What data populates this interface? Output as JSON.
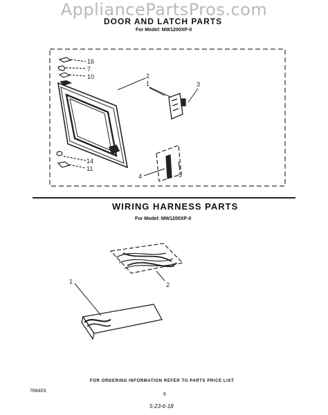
{
  "watermark": "AppliancePartsPros.com",
  "section1": {
    "title": "DOOR AND LATCH PARTS",
    "model": "For Model: MW1200XP-0",
    "callouts": [
      "16",
      "7",
      "10",
      "2",
      "1",
      "3",
      "14",
      "11",
      "4",
      "5"
    ]
  },
  "section2": {
    "title": "WIRING HARNESS PARTS",
    "model": "For Model: MW1200XP-0",
    "callouts": [
      "1",
      "2"
    ]
  },
  "footer": {
    "ordering_note": "FOR ORDERING INFORMATION REFER TO PARTS PRICE LIST",
    "page_code": "768403",
    "page_number": "6",
    "handwritten": "5-23-6-18"
  }
}
